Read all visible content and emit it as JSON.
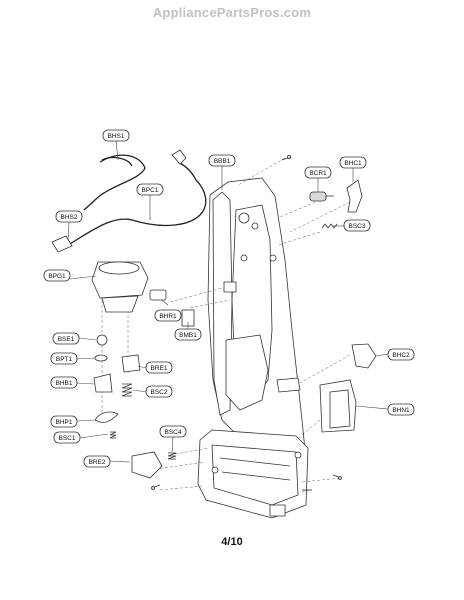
{
  "header": {
    "watermark": "AppliancePartsPros.com"
  },
  "footer": {
    "page_label": "4/10"
  },
  "callouts": {
    "BHS1": "BHS1",
    "BPC1": "BPC1",
    "BHS2": "BHS2",
    "BPG1": "BPG1",
    "BBB1": "BBB1",
    "BCR1": "BCR1",
    "BHC1": "BHC1",
    "BSC3": "BSC3",
    "BHR1": "BHR1",
    "BMB1": "BMB1",
    "BSE1": "BSE1",
    "BPT1": "BPT1",
    "BRE1": "BRE1",
    "BHB1": "BHB1",
    "BSC2": "BSC2",
    "BHC2": "BHC2",
    "BHN1": "BHN1",
    "BHP1": "BHP1",
    "BSC1": "BSC1",
    "BSC4": "BSC4",
    "BRE2": "BRE2"
  }
}
